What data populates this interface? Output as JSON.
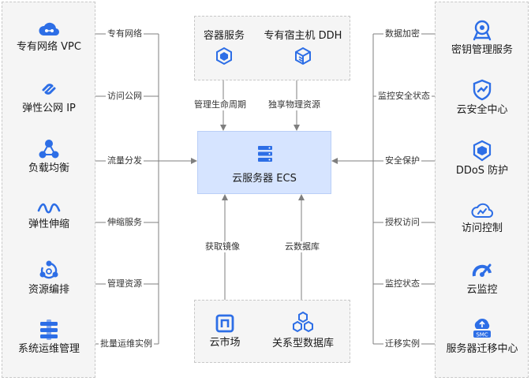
{
  "center": {
    "label": "云服务器 ECS",
    "icon": "server-stack-icon"
  },
  "colors": {
    "accent": "#2d6ee6",
    "panel": "#f5f5f5",
    "center_fill": "#d6e4ff",
    "line": "#7f7f7f"
  },
  "left": [
    {
      "label": "专有网络 VPC",
      "edge": "专有网络",
      "icon": "cloud-network-icon"
    },
    {
      "label": "弹性公网 IP",
      "edge": "访问公网",
      "icon": "link-icon"
    },
    {
      "label": "负载均衡",
      "edge": "流量分发",
      "icon": "load-balancer-icon"
    },
    {
      "label": "弹性伸缩",
      "edge": "伸缩服务",
      "icon": "wave-icon"
    },
    {
      "label": "资源编排",
      "edge": "管理资源",
      "icon": "orchestration-icon"
    },
    {
      "label": "系统运维管理",
      "edge": "批量运维实例",
      "icon": "ops-icon"
    }
  ],
  "right": [
    {
      "label": "密钥管理服务",
      "edge": "数据加密",
      "icon": "key-badge-icon"
    },
    {
      "label": "云安全中心",
      "edge": "监控安全状态",
      "icon": "shield-check-icon"
    },
    {
      "label": "DDoS 防护",
      "edge": "安全保护",
      "icon": "ddos-shield-icon"
    },
    {
      "label": "访问控制",
      "edge": "授权访问",
      "icon": "cloud-access-icon"
    },
    {
      "label": "云监控",
      "edge": "监控状态",
      "icon": "monitor-gauge-icon"
    },
    {
      "label": "服务器迁移中心",
      "edge": "迁移实例",
      "icon": "smc-cloud-icon"
    }
  ],
  "top": [
    {
      "label": "容器服务",
      "edge": "管理生命周期",
      "icon": "container-cube-icon"
    },
    {
      "label": "专有宿主机 DDH",
      "edge": "独享物理资源",
      "icon": "host-cube-icon"
    }
  ],
  "bottom": [
    {
      "label": "云市场",
      "edge": "获取镜像",
      "icon": "market-icon"
    },
    {
      "label": "关系型数据库",
      "edge": "云数据库",
      "icon": "database-hex-icon"
    }
  ]
}
